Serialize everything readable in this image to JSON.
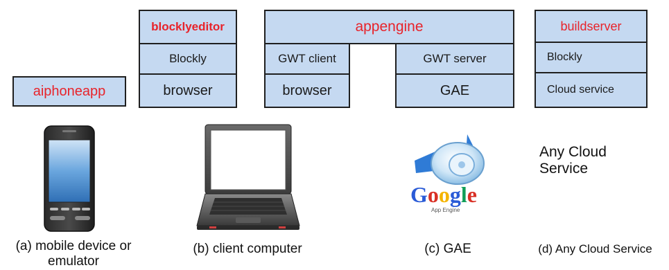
{
  "stacks": {
    "phone": {
      "top": "aiphoneapp"
    },
    "client": {
      "top": "blocklyeditor",
      "middle": "Blockly",
      "bottom": "browser"
    },
    "appengine": {
      "top": "appengine",
      "client_top": "GWT client",
      "client_bottom": "browser",
      "server_top": "GWT server",
      "server_bottom": "GAE"
    },
    "build": {
      "top": "buildserver",
      "middle": "Blockly",
      "bottom": "Cloud service"
    }
  },
  "devices": {
    "phone": {
      "icon": "mobile-phone-icon",
      "caption_line1": "(a) mobile device or",
      "caption_line2": "emulator"
    },
    "laptop": {
      "icon": "laptop-icon",
      "caption": "(b) client computer"
    },
    "gae": {
      "icon": "google-app-engine-logo",
      "logo_text": "Google",
      "logo_subtext": "App Engine",
      "caption": "(c) GAE"
    },
    "cloud": {
      "line1": "Any Cloud",
      "line2": "Service",
      "caption": "(d) Any Cloud Service"
    }
  },
  "colors": {
    "box_fill": "#c5d9f1",
    "border": "#1f1f1f",
    "label_red": "#e8232a"
  }
}
